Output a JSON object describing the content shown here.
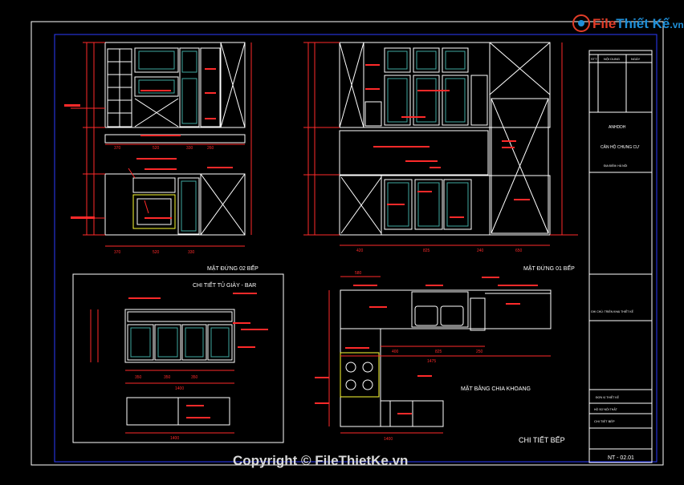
{
  "logo": {
    "part1": "File",
    "part2": "Thiết Kế",
    "part3": ".vn"
  },
  "copyright": "Copyright © FileThietKe.vn",
  "views": {
    "elev02": "MẶT ĐỨNG 02 BẾP",
    "elev01": "MẶT ĐỨNG 01 BẾP",
    "shoe": "CHI TIẾT TỦ GIÀY - BAR",
    "plan": "MẶT BẰNG CHIA KHOANG",
    "kitchen": "CHI TIẾT BẾP"
  },
  "dims": {
    "elev02_top": [
      "370",
      "520",
      "330",
      "260"
    ],
    "elev02_bot": [
      "370",
      "520",
      "330"
    ],
    "elev01_bot": [
      "420",
      "825",
      "240",
      "650"
    ],
    "shoe_mid": [
      "350",
      "350",
      "350"
    ],
    "shoe_total": "1400",
    "shoe_total2": "1400",
    "plan_top": "580",
    "plan_mid": [
      "400",
      "825",
      "250"
    ],
    "plan_total": "1475",
    "plan_bottom": "1400"
  },
  "titleblock": {
    "header": [
      "STT",
      "NỘI DUNG",
      "NGÀY"
    ],
    "project": "ANHDDH",
    "client": "CĂN HỘ CHUNG CƯ",
    "address": "ĐỊA ĐIỂM: HÀ NỘI",
    "note": "GHI CHÚ: TRIỂN KHAI THIẾT KẾ",
    "unit": "ĐƠN VỊ THIẾT KẾ",
    "item": "HỒ SƠ NỘI THẤT",
    "drawing": "CHI TIẾT BẾP",
    "sheet": "NT - 02.01"
  },
  "colors": {
    "frame": "#ffffff",
    "border": "#2d3cff",
    "dim": "#ff2a2a",
    "furniture": "#ffffff",
    "panel": "#3fa8a0",
    "accent": "#ffff33"
  }
}
